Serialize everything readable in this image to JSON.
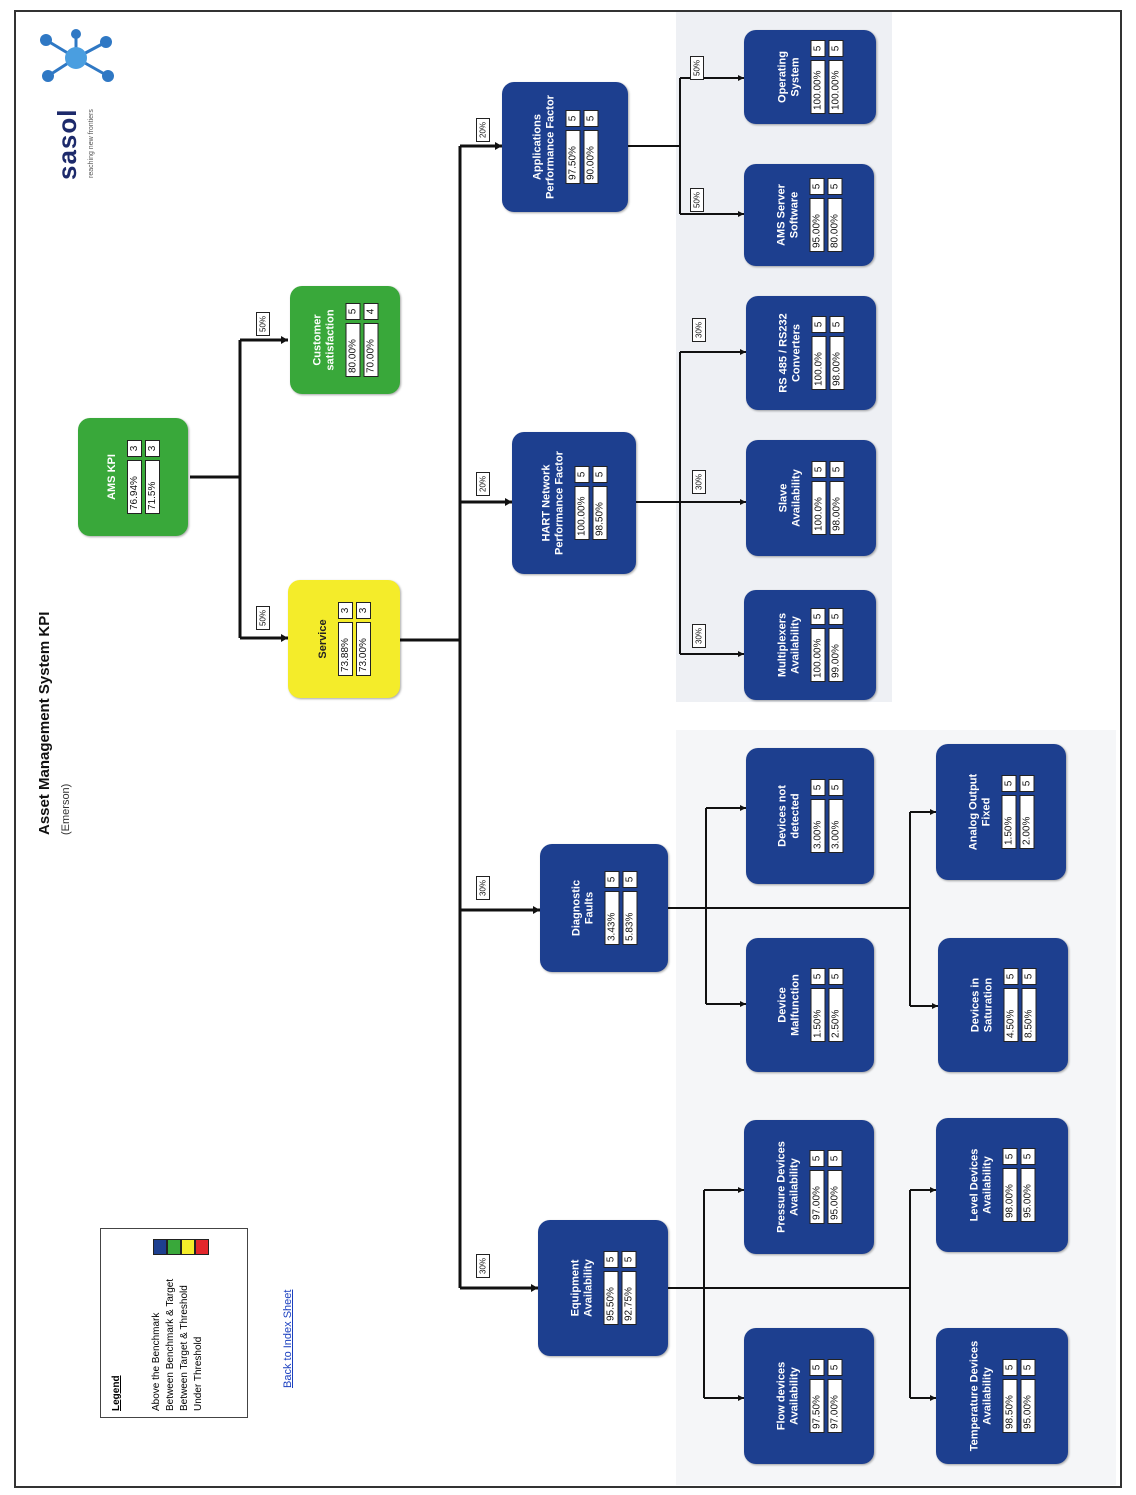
{
  "header": {
    "title": "Asset Management System KPI",
    "subtitle": "(Emerson)",
    "logo_text": "sasol",
    "logo_tagline": "reaching new frontiers"
  },
  "legend": {
    "title": "Legend",
    "items": [
      {
        "label": "Above the Benchmark",
        "color": "#1d3f8f"
      },
      {
        "label": "Between Benchmark & Target",
        "color": "#39a83a"
      },
      {
        "label": "Between Target & Threshold",
        "color": "#f4ec2a"
      },
      {
        "label": "Under Threshold",
        "color": "#e3262b"
      }
    ]
  },
  "link": {
    "back": "Back to Index Sheet"
  },
  "nodes": {
    "ams_kpi": {
      "title": "AMS KPI",
      "v1": "76.94%",
      "s1": "3",
      "v2": "71.5%",
      "s2": "3",
      "color": "green"
    },
    "customer_satisfaction": {
      "title": "Customer satisfaction",
      "v1": "80.00%",
      "s1": "5",
      "v2": "70.00%",
      "s2": "4",
      "color": "green",
      "weight": "50%"
    },
    "service": {
      "title": "Service",
      "v1": "73.88%",
      "s1": "3",
      "v2": "73.00%",
      "s2": "3",
      "color": "yellow",
      "weight": "50%"
    },
    "applications": {
      "title": "Applications Performance Factor",
      "v1": "97.50%",
      "s1": "5",
      "v2": "90.00%",
      "s2": "5",
      "color": "blue",
      "weight": "20%"
    },
    "hart": {
      "title": "HART Network Performance Factor",
      "v1": "100.00%",
      "s1": "5",
      "v2": "98.50%",
      "s2": "5",
      "color": "blue",
      "weight": "20%"
    },
    "diagnostic": {
      "title": "Diagnostic Faults",
      "v1": "3.43%",
      "s1": "5",
      "v2": "5.83%",
      "s2": "5",
      "color": "blue",
      "weight": "30%"
    },
    "equipment": {
      "title": "Equipment Availability",
      "v1": "95.50%",
      "s1": "5",
      "v2": "92.75%",
      "s2": "5",
      "color": "blue",
      "weight": "30%"
    },
    "operating_system": {
      "title": "Operating System",
      "v1": "100.00%",
      "s1": "5",
      "v2": "100.00%",
      "s2": "5",
      "color": "blue",
      "weight": "50%"
    },
    "ams_server": {
      "title": "AMS Server Software",
      "v1": "95.00%",
      "s1": "5",
      "v2": "80.00%",
      "s2": "5",
      "color": "blue",
      "weight": "50%"
    },
    "rs485": {
      "title": "RS 485 / RS232 Converters",
      "v1": "100.0%",
      "s1": "5",
      "v2": "98.00%",
      "s2": "5",
      "color": "blue",
      "weight": "30%"
    },
    "slave": {
      "title": "Slave Availability",
      "v1": "100.0%",
      "s1": "5",
      "v2": "98.00%",
      "s2": "5",
      "color": "blue",
      "weight": "30%"
    },
    "multiplexers": {
      "title": "Multiplexers Availability",
      "v1": "100.00%",
      "s1": "5",
      "v2": "99.00%",
      "s2": "5",
      "color": "blue",
      "weight": "30%"
    },
    "devices_not_detected": {
      "title": "Devices not detected",
      "v1": "3.00%",
      "s1": "5",
      "v2": "3.00%",
      "s2": "5",
      "color": "blue"
    },
    "device_malfunction": {
      "title": "Device Malfunction",
      "v1": "1.50%",
      "s1": "5",
      "v2": "2.50%",
      "s2": "5",
      "color": "blue"
    },
    "analog_output": {
      "title": "Analog Output Fixed",
      "v1": "1.50%",
      "s1": "5",
      "v2": "2.00%",
      "s2": "5",
      "color": "blue"
    },
    "devices_saturation": {
      "title": "Devices in Saturation",
      "v1": "4.50%",
      "s1": "5",
      "v2": "8.50%",
      "s2": "5",
      "color": "blue"
    },
    "pressure": {
      "title": "Pressure Devices Availability",
      "v1": "97.00%",
      "s1": "5",
      "v2": "95.00%",
      "s2": "5",
      "color": "blue"
    },
    "flow": {
      "title": "Flow devices Availability",
      "v1": "97.50%",
      "s1": "5",
      "v2": "97.00%",
      "s2": "5",
      "color": "blue"
    },
    "level": {
      "title": "Level Devices Availability",
      "v1": "98.00%",
      "s1": "5",
      "v2": "95.00%",
      "s2": "5",
      "color": "blue"
    },
    "temperature": {
      "title": "Temperature Devices Availability",
      "v1": "98.50%",
      "s1": "5",
      "v2": "95.00%",
      "s2": "5",
      "color": "blue"
    }
  }
}
